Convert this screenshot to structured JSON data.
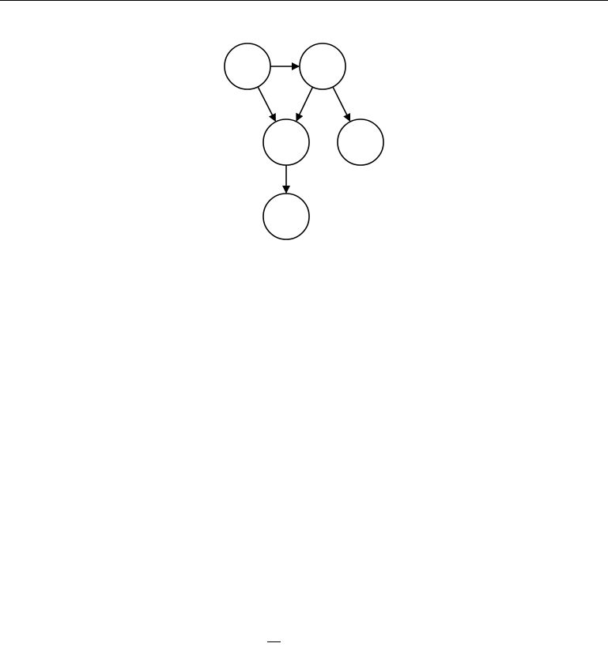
{
  "diagram": {
    "type": "directed-graph",
    "node_shape": "circle",
    "stroke_color": "#000000",
    "fill_color": "#ffffff",
    "nodes": [
      {
        "id": "n1",
        "label": ""
      },
      {
        "id": "n2",
        "label": ""
      },
      {
        "id": "n3",
        "label": ""
      },
      {
        "id": "n4",
        "label": ""
      },
      {
        "id": "n5",
        "label": ""
      }
    ],
    "edges": [
      {
        "from": "n1",
        "to": "n2"
      },
      {
        "from": "n1",
        "to": "n3"
      },
      {
        "from": "n2",
        "to": "n3"
      },
      {
        "from": "n2",
        "to": "n4"
      },
      {
        "from": "n3",
        "to": "n5"
      }
    ]
  }
}
